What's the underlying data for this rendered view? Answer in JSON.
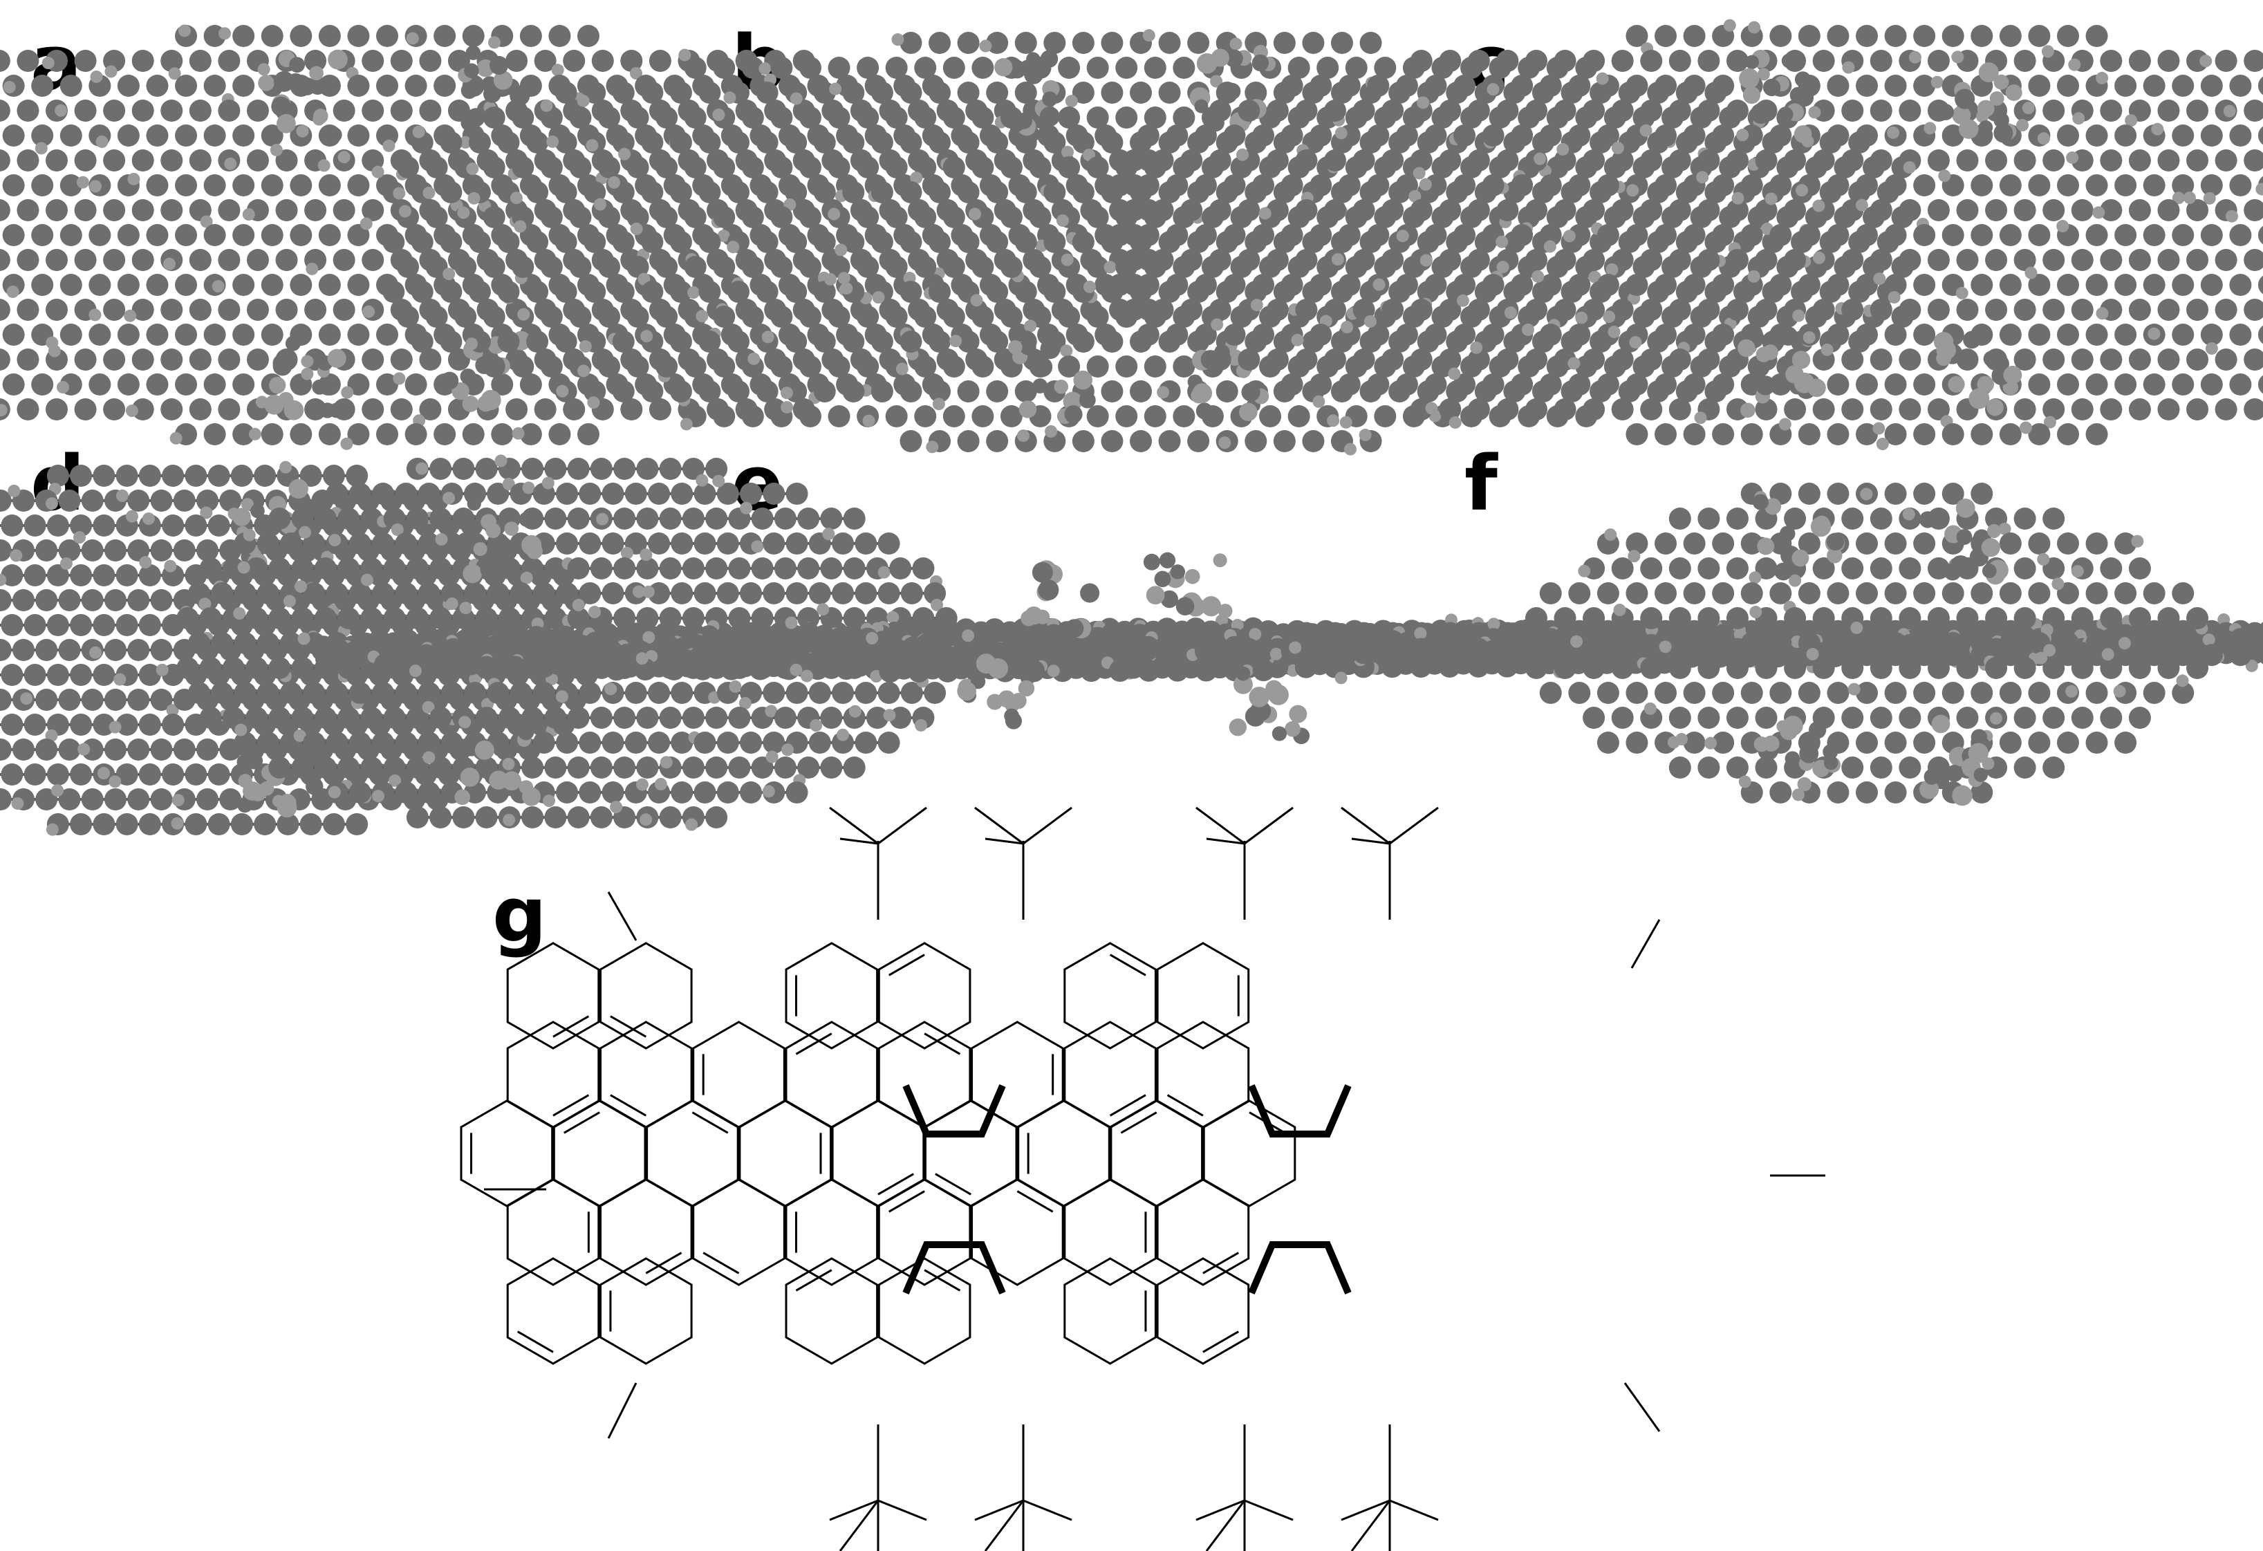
{
  "figure": {
    "panels": [
      {
        "key": "a",
        "label": "a"
      },
      {
        "key": "b",
        "label": "b"
      },
      {
        "key": "c",
        "label": "c"
      },
      {
        "key": "d",
        "label": "d"
      },
      {
        "key": "e",
        "label": "e"
      },
      {
        "key": "f",
        "label": "f"
      },
      {
        "key": "g",
        "label": "g"
      }
    ]
  },
  "colors": {
    "atom_carbon": "#6e6e6e",
    "atom_hydrogen": "#9a9a9a",
    "bond": "#5a5a5a",
    "line": "#000000",
    "background": "#ffffff"
  }
}
